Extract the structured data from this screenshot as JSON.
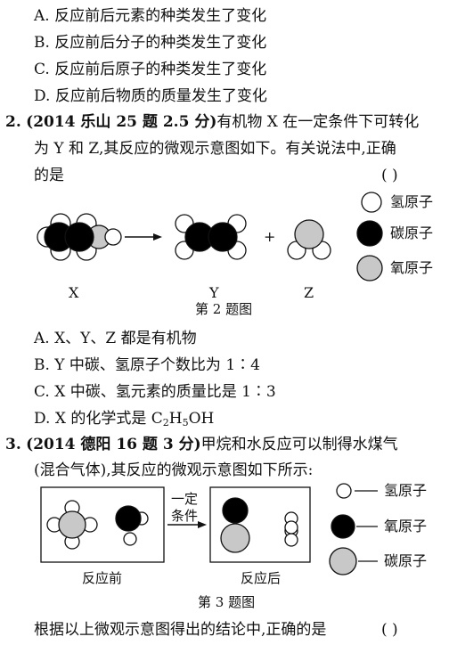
{
  "options_prev": [
    "A. 反应前后元素的种类发生了变化",
    "B. 反应前后分子的种类发生了变化",
    "C. 反应前后原子的种类发生了变化",
    "D. 反应前后物质的质量发生了变化"
  ],
  "q2": {
    "number": "2.",
    "source": "(2014 乐山 25 题 2.5 分)",
    "text1_tail": "有机物 X 在一定条件下可转化",
    "text2": "为 Y 和 Z,其反应的微观示意图如下。有关说法中,正确",
    "text3": "的是",
    "answer_paren": "(      )",
    "figure": {
      "labels": [
        "X",
        "Y",
        "Z"
      ],
      "plus": "+",
      "caption": "第 2 题图",
      "legend": [
        "氢原子",
        "碳原子",
        "氧原子"
      ]
    },
    "options": {
      "a": "A. X、Y、Z 都是有机物",
      "b": "B. Y 中碳、氢原子个数比为 1∶4",
      "c": "C. X 中碳、氢元素的质量比是 1∶3",
      "d_prefix": "D. X 的化学式是 C",
      "d_sub1": "2",
      "d_mid": "H",
      "d_sub2": "5",
      "d_suffix": "OH"
    }
  },
  "q3": {
    "number": "3.",
    "source": "(2014 德阳 16 题 3 分)",
    "text1_tail": "甲烷和水反应可以制得水煤气",
    "text2": "(混合气体),其反应的微观示意图如下所示:",
    "figure": {
      "condition_top": "一定",
      "condition_bottom": "条件",
      "label_before": "反应前",
      "label_after": "反应后",
      "caption": "第 3 题图",
      "legend": [
        "氢原子",
        "氧原子",
        "碳原子"
      ]
    },
    "text_last": "根据以上微观示意图得出的结论中,正确的是",
    "answer_paren": "(      )"
  },
  "colors": {
    "hydrogen": "#ffffff",
    "carbon": "#000000",
    "oxygen": "#c8c8c8"
  }
}
